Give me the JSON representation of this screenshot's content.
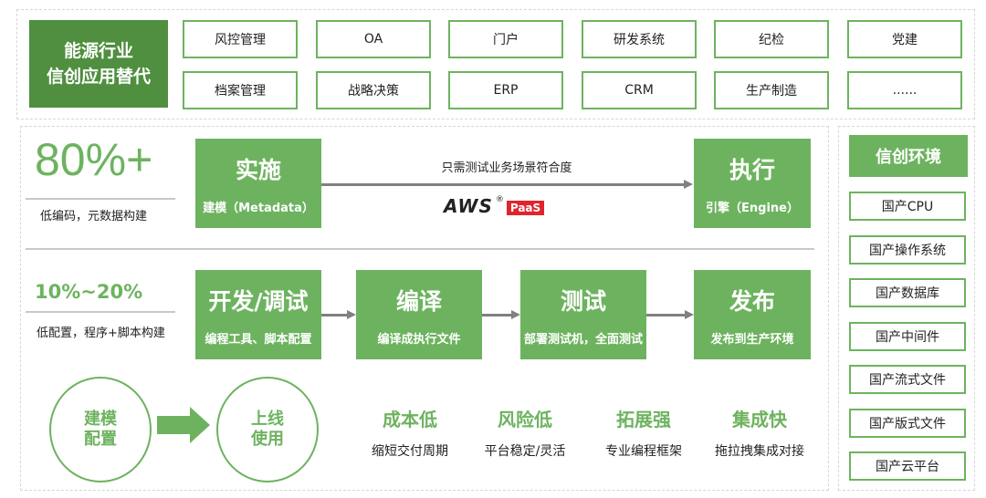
{
  "header": {
    "title_line1": "能源行业",
    "title_line2": "信创应用替代"
  },
  "apps": [
    "风控管理",
    "OA",
    "门户",
    "研发系统",
    "纪检",
    "党建",
    "档案管理",
    "战略决策",
    "ERP",
    "CRM",
    "生产制造",
    "......"
  ],
  "lowcode": {
    "percent": "80%+",
    "desc": "低编码，元数据构建"
  },
  "implement": {
    "title": "实施",
    "sub": "建模（Metadata）"
  },
  "execute": {
    "title": "执行",
    "sub": "引擎（Engine）"
  },
  "flow_label": "只需测试业务场景符合度",
  "logo": {
    "brand": "AWS",
    "badge": "PaaS",
    "reg": "®"
  },
  "lowconfig": {
    "percent": "10%~20%",
    "desc": "低配置，程序+脚本构建"
  },
  "steps": [
    {
      "title": "开发/调试",
      "sub": "编程工具、脚本配置"
    },
    {
      "title": "编译",
      "sub": "编译成执行文件"
    },
    {
      "title": "测试",
      "sub": "部署测试机，全面测试"
    },
    {
      "title": "发布",
      "sub": "发布到生产环境"
    }
  ],
  "circles": {
    "left_l1": "建模",
    "left_l2": "配置",
    "right_l1": "上线",
    "right_l2": "使用"
  },
  "features": [
    {
      "title": "成本低",
      "sub": "缩短交付周期"
    },
    {
      "title": "风险低",
      "sub": "平台稳定/灵活"
    },
    {
      "title": "拓展强",
      "sub": "专业编程框架"
    },
    {
      "title": "集成快",
      "sub": "拖拉拽集成对接"
    }
  ],
  "env": {
    "title": "信创环境",
    "items": [
      "国产CPU",
      "国产操作系统",
      "国产数据库",
      "国产中间件",
      "国产流式文件",
      "国产版式文件",
      "国产云平台"
    ]
  },
  "colors": {
    "green": "#6db35f",
    "dark_green": "#4f8f3f",
    "red": "#e0242d"
  }
}
